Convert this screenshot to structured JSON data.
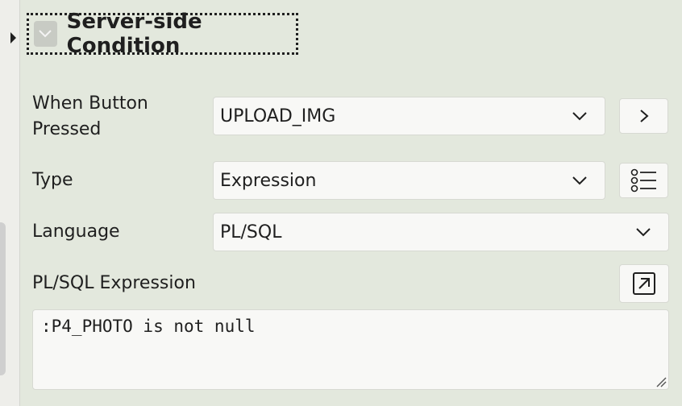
{
  "section": {
    "title": "Server-side Condition"
  },
  "fields": {
    "when_button": {
      "label": "When Button Pressed",
      "value": "UPLOAD_IMG"
    },
    "type": {
      "label": "Type",
      "value": "Expression"
    },
    "language": {
      "label": "Language",
      "value": "PL/SQL"
    },
    "expression": {
      "label": "PL/SQL Expression",
      "value": ":P4_PHOTO is not null"
    }
  },
  "icons": {
    "toggle": "chevron-down-icon",
    "go_to": "chevron-right-icon",
    "list": "list-icon",
    "expand": "expand-arrow-icon"
  }
}
